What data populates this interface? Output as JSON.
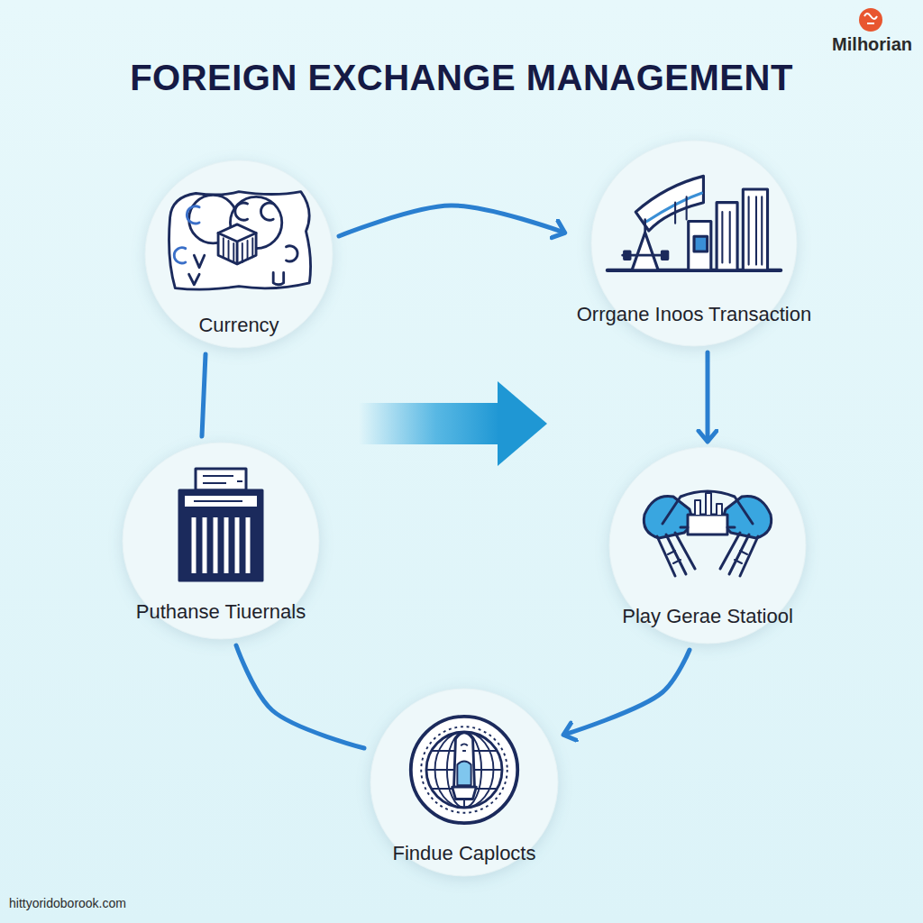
{
  "diagram": {
    "title": "FOREIGN EXCHANGE MANAGEMENT",
    "nodes": [
      {
        "text": [
          "Currency"
        ]
      },
      {
        "text": [
          "Orrgane Inoos Transaction"
        ]
      },
      {
        "text": [
          "Puthanse Tiuernals"
        ]
      },
      {
        "text": [
          "Play Gerae Statiool"
        ]
      },
      {
        "text": [
          "Findue Caplocts"
        ]
      }
    ],
    "edges": [
      {
        "from": 0,
        "to": 1,
        "arrow": "to"
      },
      {
        "from": 1,
        "to": 3,
        "arrow": "to"
      },
      {
        "from": 3,
        "to": 4,
        "arrow": "to"
      },
      {
        "from": 0,
        "to": 2,
        "arrow": "none"
      },
      {
        "from": 2,
        "to": 4,
        "arrow": "none"
      }
    ],
    "labels": [
      "Milhorian",
      "hittyoridoborook.com"
    ]
  }
}
